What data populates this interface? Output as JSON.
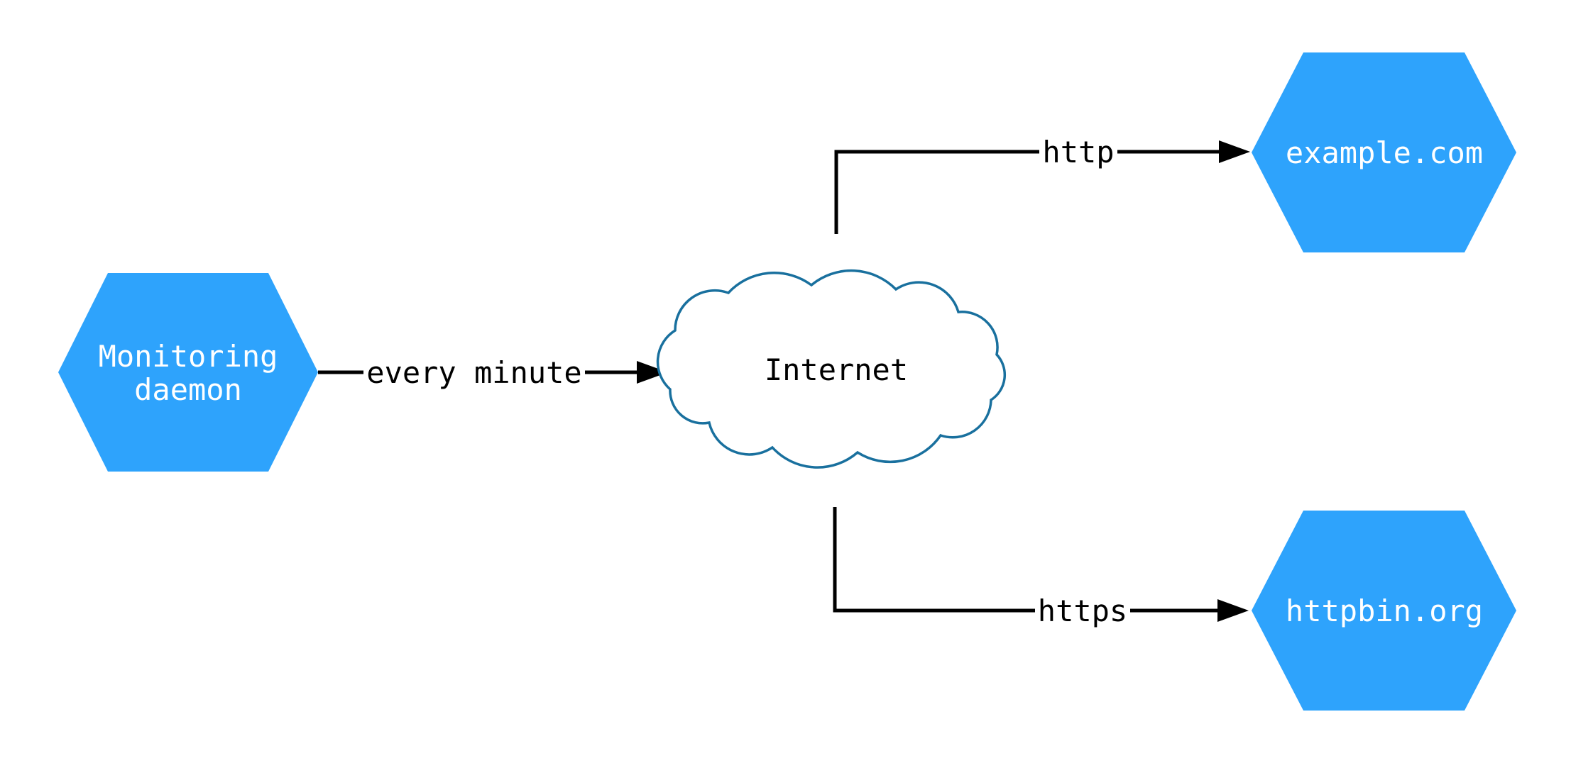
{
  "diagram": {
    "type": "network-monitoring-flow",
    "background_color": "#ffffff",
    "colors": {
      "node_fill": "#2ea3fc",
      "node_label": "#ffffff",
      "cloud_stroke": "#19709e",
      "cloud_fill": "#ffffff",
      "edge_stroke": "#000000",
      "edge_label": "#000000"
    },
    "nodes": {
      "monitoring_daemon": {
        "label": "Monitoring daemon",
        "label_lines": [
          "Monitoring",
          "daemon"
        ],
        "shape": "hexagon"
      },
      "internet": {
        "label": "Internet",
        "shape": "cloud"
      },
      "example_com": {
        "label": "example.com",
        "shape": "hexagon"
      },
      "httpbin_org": {
        "label": "httpbin.org",
        "shape": "hexagon"
      }
    },
    "edges": {
      "monitoring_to_internet": {
        "from": "monitoring_daemon",
        "to": "internet",
        "label": "every minute"
      },
      "internet_to_example": {
        "from": "internet",
        "to": "example_com",
        "label": "http"
      },
      "internet_to_httpbin": {
        "from": "internet",
        "to": "httpbin_org",
        "label": "https"
      }
    }
  }
}
